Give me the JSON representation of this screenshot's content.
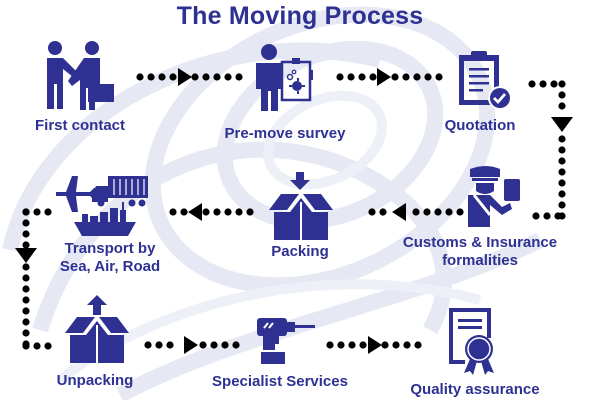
{
  "title": "The Moving Process",
  "colors": {
    "primary": "#2e3192",
    "connector": "#000000",
    "swirl": "#e4e6f2",
    "background": "#ffffff"
  },
  "steps": [
    {
      "id": 1,
      "label": "First contact",
      "icon": "handshake-icon"
    },
    {
      "id": 2,
      "label": "Pre-move survey",
      "icon": "surveyor-clipboard-icon"
    },
    {
      "id": 3,
      "label": "Quotation",
      "icon": "clipboard-check-icon"
    },
    {
      "id": 4,
      "label": "Customs & Insurance formalities",
      "label_lines": [
        "Customs & Insurance",
        "formalities"
      ],
      "icon": "customs-officer-icon"
    },
    {
      "id": 5,
      "label": "Packing",
      "icon": "box-in-icon"
    },
    {
      "id": 6,
      "label": "Transport by Sea, Air, Road",
      "label_lines": [
        "Transport by",
        "Sea, Air, Road"
      ],
      "icon": "plane-truck-ship-icon"
    },
    {
      "id": 7,
      "label": "Unpacking",
      "icon": "box-out-icon"
    },
    {
      "id": 8,
      "label": "Specialist Services",
      "icon": "drill-icon"
    },
    {
      "id": 9,
      "label": "Quality assurance",
      "icon": "certificate-icon"
    }
  ],
  "flow": [
    {
      "from": 1,
      "to": 2,
      "direction": "right"
    },
    {
      "from": 2,
      "to": 3,
      "direction": "right"
    },
    {
      "from": 3,
      "to": 4,
      "direction": "down"
    },
    {
      "from": 4,
      "to": 5,
      "direction": "left"
    },
    {
      "from": 5,
      "to": 6,
      "direction": "left"
    },
    {
      "from": 6,
      "to": 7,
      "direction": "down"
    },
    {
      "from": 7,
      "to": 8,
      "direction": "right"
    },
    {
      "from": 8,
      "to": 9,
      "direction": "right"
    }
  ]
}
